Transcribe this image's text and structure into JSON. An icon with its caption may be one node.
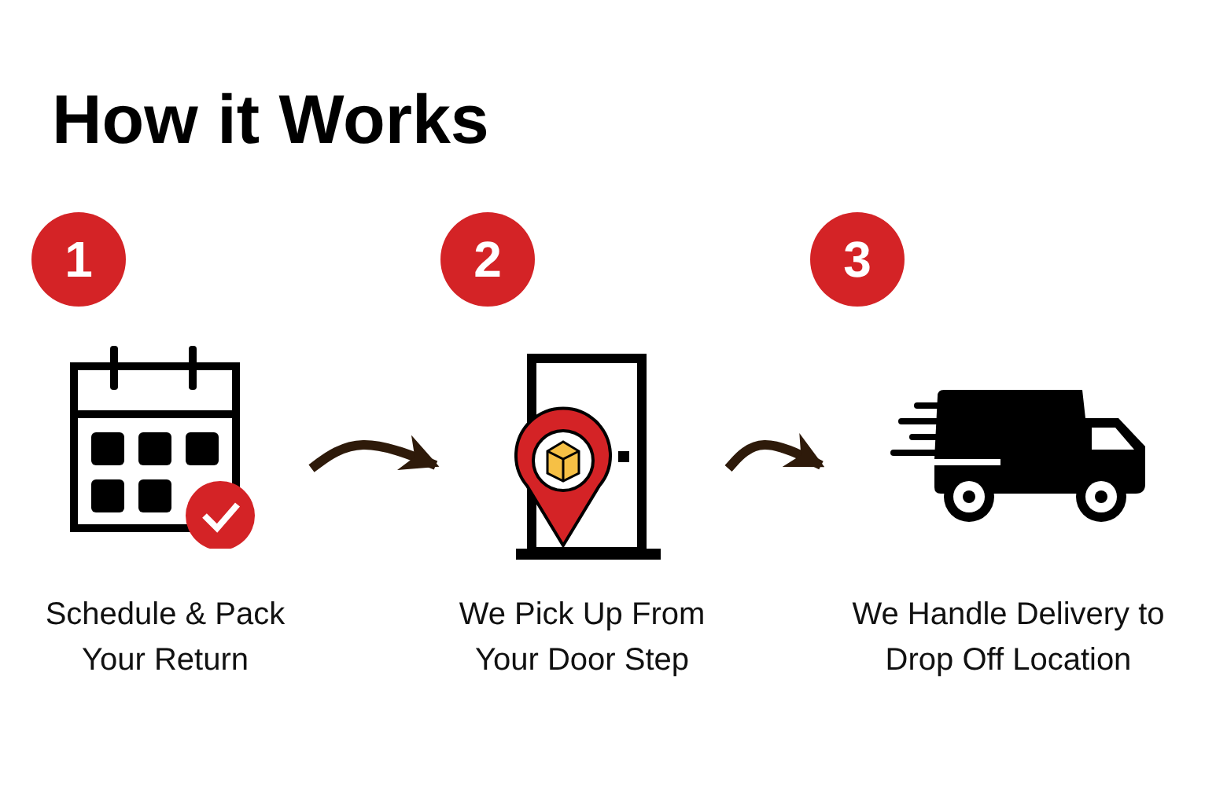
{
  "diagram": {
    "title": "How it Works",
    "nodes": [
      {
        "text": [
          "1"
        ]
      },
      {
        "text": [
          "2"
        ]
      },
      {
        "text": [
          "3"
        ]
      },
      {
        "text": [
          "Schedule & Pack Your Return"
        ]
      },
      {
        "text": [
          "We Pick Up From Your Door Step"
        ]
      },
      {
        "text": [
          "We Handle Delivery to Drop Off Location"
        ]
      }
    ],
    "edges": [
      {
        "from": 3,
        "to": 4,
        "arrow": "to"
      },
      {
        "from": 4,
        "to": 5,
        "arrow": "to"
      }
    ]
  }
}
